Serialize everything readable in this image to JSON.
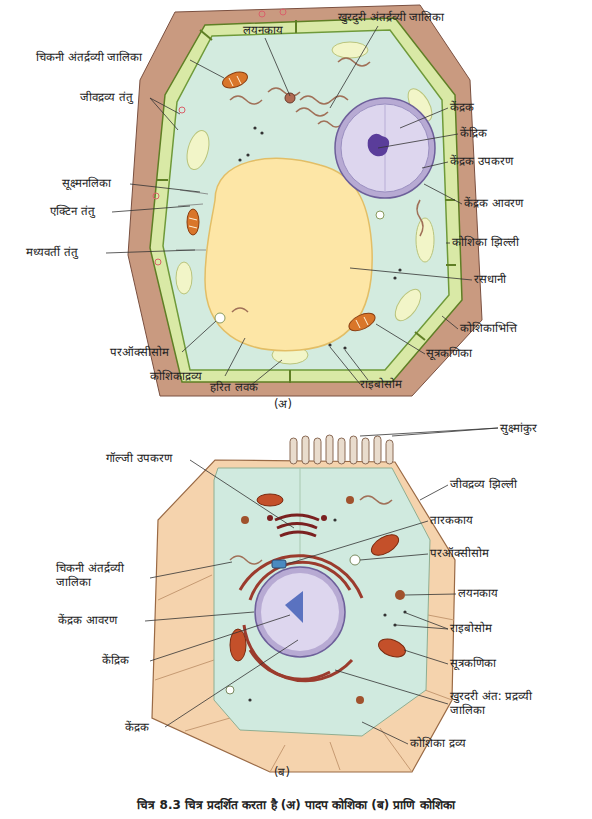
{
  "diagram": {
    "caption": "चित्र 8.3 चित्र प्रदर्शित करता है (अ) पादप कोशिका (ब) प्राणि कोशिका",
    "labels": [
      "लयनकाय",
      "खुरदुरी अंतर्द्रव्यी जालिका",
      "चिकनी अंतर्द्रव्यी जालिका",
      "जीवद्रव्य तंतु",
      "केंद्रक",
      "केंद्रिक",
      "केंद्रक उपकरण",
      "सूक्ष्मनलिका",
      "एक्टिन तंतु",
      "केंद्रक आवरण",
      "कोशिका झिल्ली",
      "मध्यवर्ती तंतु",
      "रसधानी",
      "कोशिकाभित्ति",
      "परऑक्सीसोम",
      "सूत्रकणिका",
      "कोशिकाद्रव्य",
      "हरित लवक",
      "राइबोसोम",
      "(अ)",
      "सुक्ष्मांकुर",
      "गॉल्जी उपकरण",
      "जीवद्रव्य झिल्ली",
      "तारककाय",
      "परऑक्सीसोम",
      "चिकनी अंतर्द्रव्यी जालिका",
      "लयनकाय",
      "केंद्रक आवरण",
      "राइबोसोम",
      "केंद्रिक",
      "सूत्रकणिका",
      "खुरदरी अंत: प्रद्रव्यी जालिका",
      "केंद्रक",
      "कोशिका द्रव्य",
      "(ब)"
    ]
  }
}
